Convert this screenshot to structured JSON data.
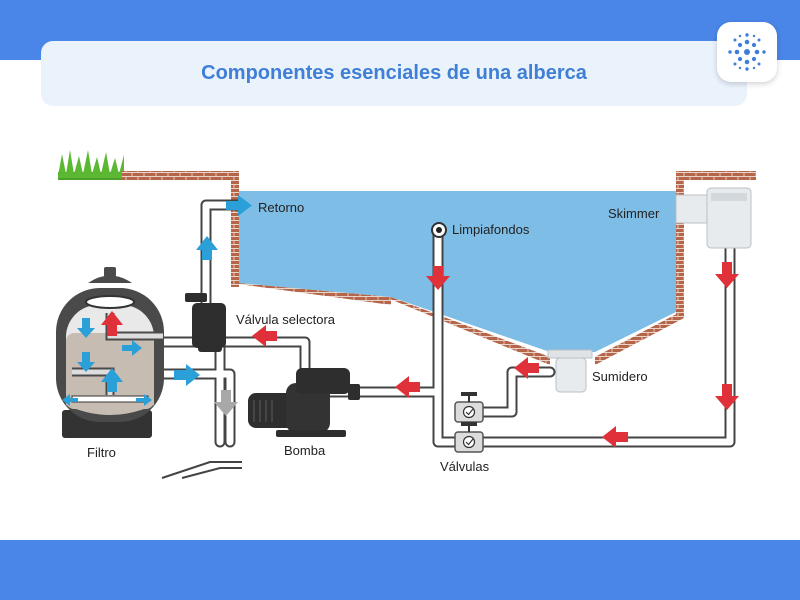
{
  "header": {
    "title": "Componentes esenciales de una alberca",
    "logo_icon": "dots-logo-icon"
  },
  "labels": {
    "retorno": "Retorno",
    "limpiafondos": "Limpiafondos",
    "skimmer": "Skimmer",
    "valvula_selectora": "Válvula selectora",
    "sumidero": "Sumidero",
    "filtro": "Filtro",
    "bomba": "Bomba",
    "valvulas": "Válvulas"
  },
  "colors": {
    "banner": "#4a86e8",
    "title_card": "#eaf2fc",
    "title_text": "#3f7fd6",
    "water": "#7dbde6",
    "brick": "#b5654a",
    "pipe": "#ffffff",
    "pipe_outline": "#444444",
    "arrow_red": "#e0313a",
    "arrow_blue": "#2a9fd8",
    "arrow_gray": "#a8a8a8",
    "filter_body": "#4a4a4a",
    "sand": "#c7bcb1",
    "grass": "#5cb832"
  }
}
